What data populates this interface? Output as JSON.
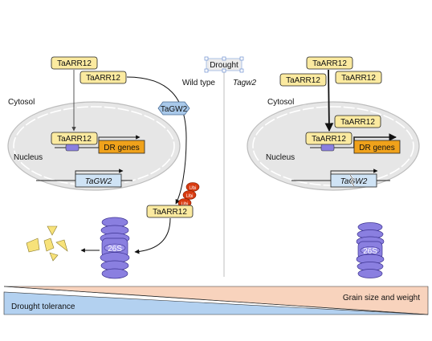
{
  "center": {
    "stress_label": "Drought",
    "wildtype_label": "Wild type",
    "mutant_label": "Tagw2"
  },
  "left": {
    "cytosol_label": "Cytosol",
    "nucleus_label": "Nucleus",
    "protein_top": "TaARR12",
    "protein_second": "TaARR12",
    "protein_nuclear": "TaARR12",
    "dr_genes": "DR genes",
    "gene_gw2": "TaGW2",
    "ligase": "TaGW2",
    "protein_ubiquitinated": "TaARR12",
    "ubiquitin_tags": [
      "Ubi",
      "Ubi",
      "Ubi"
    ],
    "proteasome_label": "26S"
  },
  "right": {
    "cytosol_label": "Cytosol",
    "nucleus_label": "Nucleus",
    "protein_top": "TaARR12",
    "protein_left": "TaARR12",
    "protein_right": "TaARR12",
    "protein_mid": "TaARR12",
    "protein_nuclear": "TaARR12",
    "dr_genes": "DR genes",
    "gene_gw2": "TaGW2",
    "proteasome_label": "26S"
  },
  "bottom": {
    "left_trait": "Drought tolerance",
    "right_trait": "Grain size and weight"
  },
  "colors": {
    "protein_fill": "#fbeaa0",
    "dr_gene_fill": "#f0a21b",
    "gene_box_fill": "#cfe3f5",
    "ligase_fill": "#a9c9ea",
    "proteasome_fill": "#8a7fe0",
    "ubiquitin_fill": "#d83a10",
    "tolerance_fill": "#b3d1f0",
    "grain_fill": "#f8d3bd",
    "nucleus_fill": "#e6e6e6",
    "degraded_fill": "#f7e27a"
  }
}
